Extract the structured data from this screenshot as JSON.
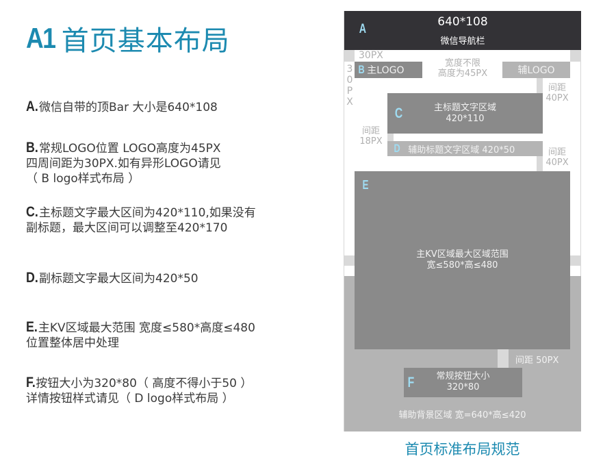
{
  "header": {
    "code": "A1",
    "title": "首页基本布局"
  },
  "notes": [
    {
      "letter": "A.",
      "lines": [
        "微信自带的顶Bar 大小是640*108"
      ]
    },
    {
      "letter": "B.",
      "lines": [
        "常规LOGO位置 LOGO高度为45PX",
        "四周间距为30PX.如有异形LOGO请见",
        "（ B logo样式布局 ）"
      ]
    },
    {
      "letter": "C.",
      "lines": [
        "主标题文字最大区间为420*110,如果没有",
        "副标题，最大区间可以调整至420*170"
      ]
    },
    {
      "letter": "D.",
      "lines": [
        "副标题文字最大区间为420*50"
      ]
    },
    {
      "letter": "E.",
      "lines": [
        "主KV区域最大范围 宽度≤580*高度≤480",
        "位置整体居中处理"
      ]
    },
    {
      "letter": "F.",
      "lines": [
        "按钮大小为320*80（ 高度不得小于50 ）",
        "详情按钮样式请见（ D logo样式布局 ）"
      ]
    }
  ],
  "diagram": {
    "nav_bar": {
      "tag": "A",
      "size": "640*108",
      "label": "微信导航栏"
    },
    "top_spacing": "30PX",
    "left_spacing": [
      "3",
      "0",
      "P",
      "X"
    ],
    "main_logo": {
      "tag": "B",
      "label": "主LOGO"
    },
    "logo_note": [
      "宽度不限",
      "高度为45PX"
    ],
    "sub_logo": {
      "label": "辅LOGO"
    },
    "spacing_40_top": [
      "间距",
      "40PX"
    ],
    "title_area": {
      "tag": "C",
      "label": "主标题文字区域",
      "size": "420*110"
    },
    "spacing_18": [
      "间距",
      "18PX"
    ],
    "subtitle_area": {
      "tag": "D",
      "label": "辅助标题文字区域 420*50"
    },
    "spacing_40_bottom": [
      "间距",
      "40PX"
    ],
    "kv_area": {
      "tag": "E",
      "label": "主KV区域最大区域范围",
      "size": "宽≤580*高≤480"
    },
    "spacing_50": "间距 50PX",
    "button_area": {
      "tag": "F",
      "label": "常规按钮大小",
      "size": "320*80"
    },
    "bg_area": "辅助背景区域 宽=640*高≤420"
  },
  "caption": "首页标准布局规范",
  "colors": {
    "accent": "#1c8ab0",
    "nav_bar": "#333236",
    "block_dark": "#8a8a8a",
    "block_light": "#b4b4b4",
    "tag": "#9fdcf2"
  }
}
